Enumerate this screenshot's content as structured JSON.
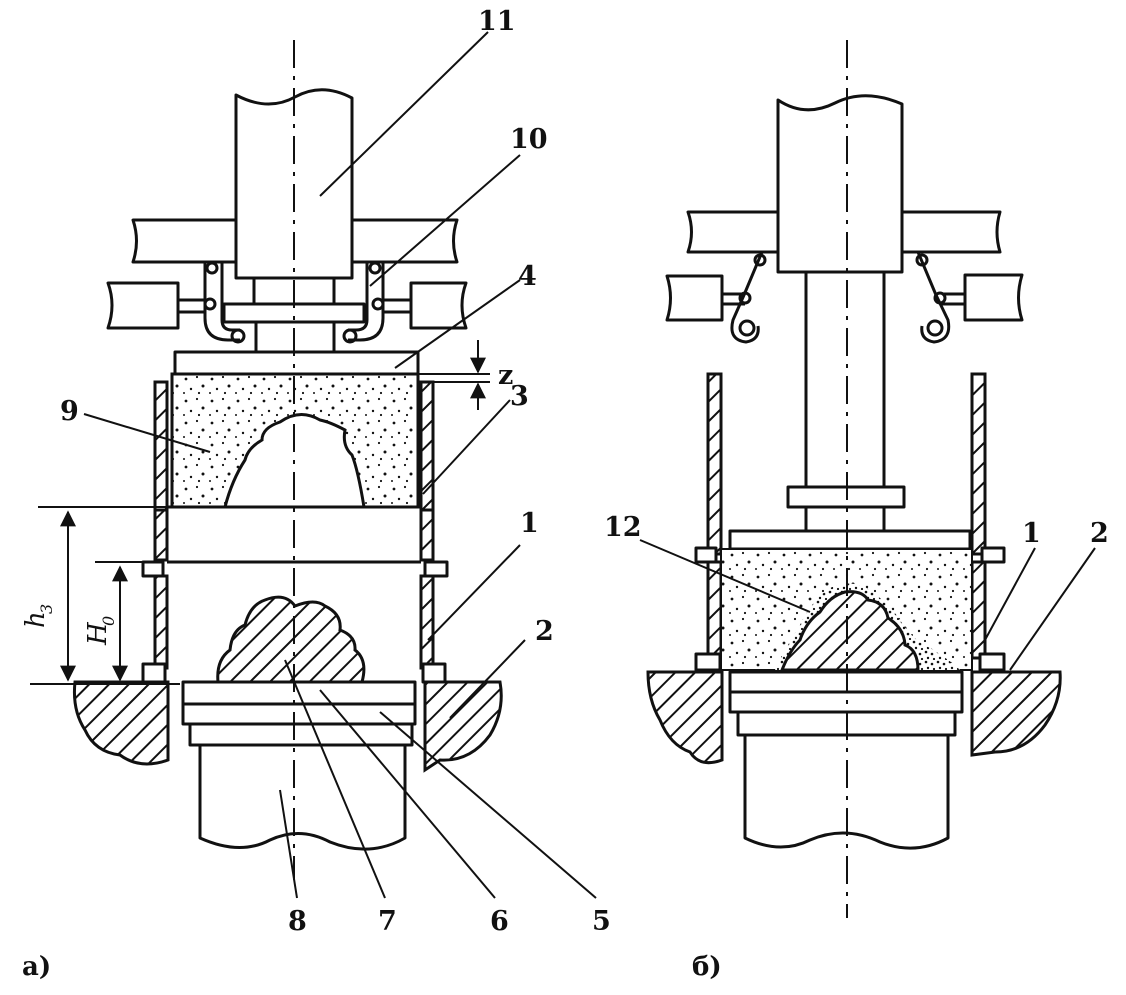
{
  "figure_a": {
    "caption": "а)",
    "labels": {
      "n1": "1",
      "n2": "2",
      "n3": "3",
      "n4": "4",
      "n5": "5",
      "n6": "6",
      "n7": "7",
      "n8": "8",
      "n9": "9",
      "n10": "10",
      "n11": "11"
    },
    "dims": {
      "z": "z",
      "h3_main": "h",
      "h3_sub": "3",
      "H0_main": "H",
      "H0_sub": "0"
    }
  },
  "figure_b": {
    "caption": "б)",
    "labels": {
      "n1": "1",
      "n2": "2",
      "n12": "12"
    }
  }
}
